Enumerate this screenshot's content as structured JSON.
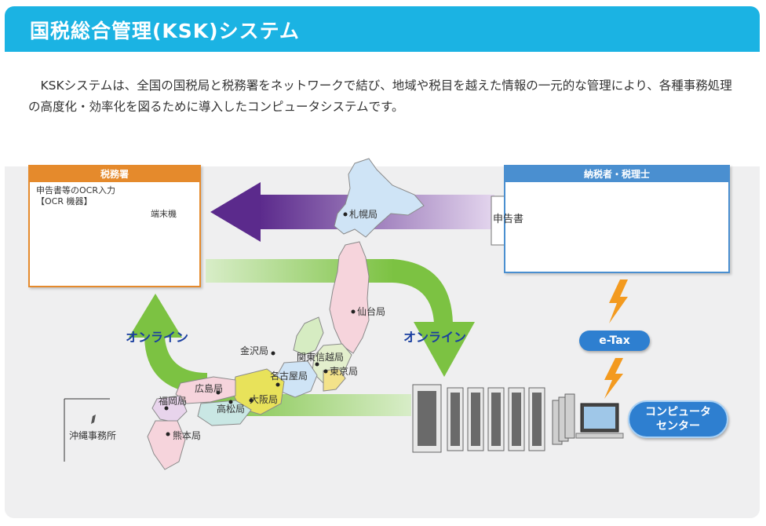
{
  "title": "国税総合管理(KSK)システム",
  "intro": "KSKシステムは、全国の国税局と税務署をネットワークで結び、地域や税目を越えた情報の一元的な管理により、各種事務処理の高度化・効率化を図るために導入したコンピュータシステムです。",
  "tax_office": {
    "header": "税務署",
    "ocr_label_1": "申告書等のOCR入力",
    "ocr_label_2": "【OCR 機器】",
    "terminal_label": "端末機"
  },
  "payer": {
    "header": "納税者・税理士",
    "document_label": "申告書"
  },
  "online_left": "オンライン",
  "online_right": "オンライン",
  "etax": "e-Tax",
  "computer_center_1": "コンピュータ",
  "computer_center_2": "センター",
  "bureaus": {
    "sapporo": "札幌局",
    "sendai": "仙台局",
    "kanazawa": "金沢局",
    "kanto_shinetsu": "関東信越局",
    "tokyo": "東京局",
    "nagoya": "名古屋局",
    "hiroshima": "広島局",
    "osaka": "大阪局",
    "fukuoka": "福岡局",
    "takamatsu": "高松局",
    "kumamoto": "熊本局",
    "okinawa": "沖縄事務所"
  },
  "colors": {
    "title_bar": "#1bb3e3",
    "tax_office": "#e58a2c",
    "payer": "#4a8fd0",
    "arrow_purple": "#6b3a9a",
    "arrow_green": "#7cc242",
    "online_text": "#1a3fa0"
  }
}
